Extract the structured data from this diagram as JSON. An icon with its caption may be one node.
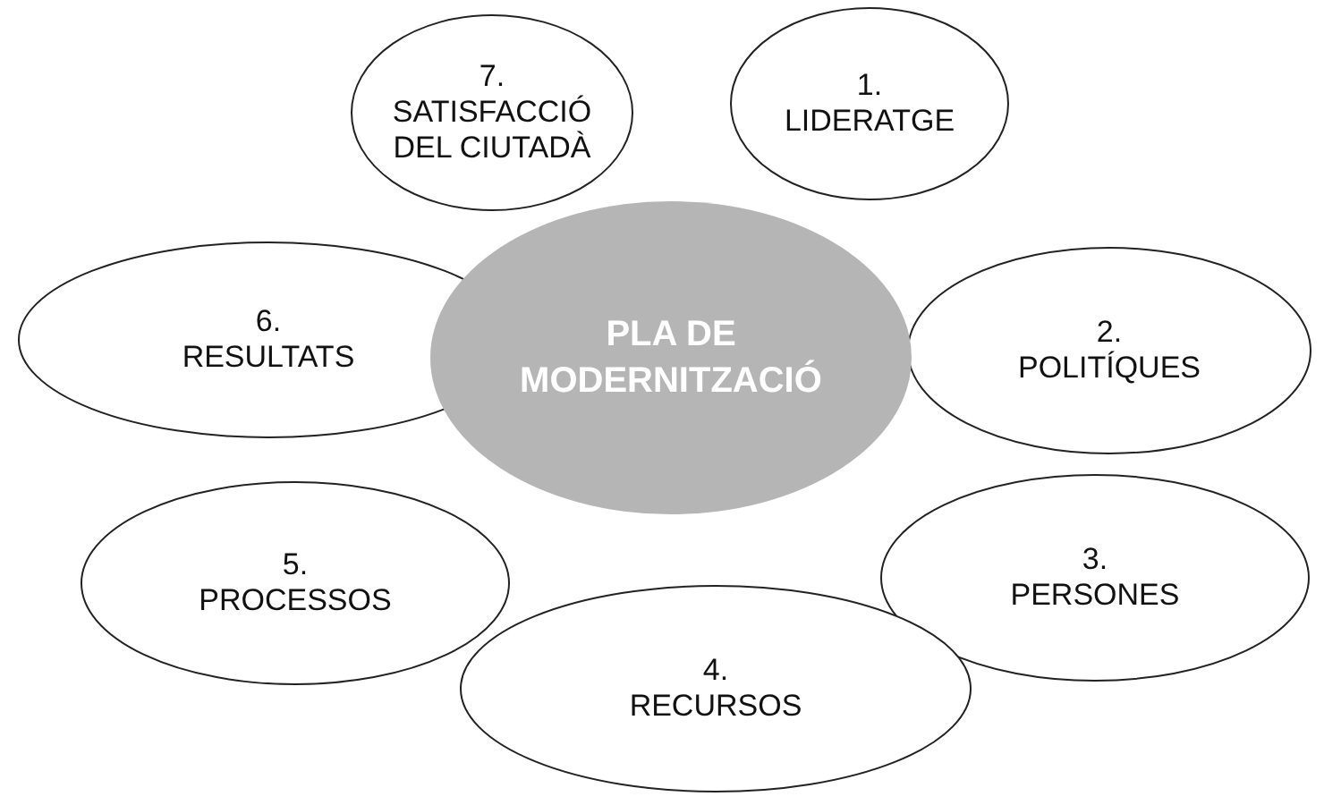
{
  "diagram": {
    "nodes": [
      {
        "text": [
          "PLA DE MODERNITZACIÓ"
        ]
      },
      {
        "text": [
          "1.",
          "LIDERATGE"
        ]
      },
      {
        "text": [
          "2.",
          "POLITÍQUES"
        ]
      },
      {
        "text": [
          "3.",
          "PERSONES"
        ]
      },
      {
        "text": [
          "4.",
          "RECURSOS"
        ]
      },
      {
        "text": [
          "5.",
          "PROCESSOS"
        ]
      },
      {
        "text": [
          "6.",
          "RESULTATS"
        ]
      },
      {
        "text": [
          "7.",
          "SATISFACCIÓ DEL CIUTADÀ"
        ]
      }
    ]
  }
}
